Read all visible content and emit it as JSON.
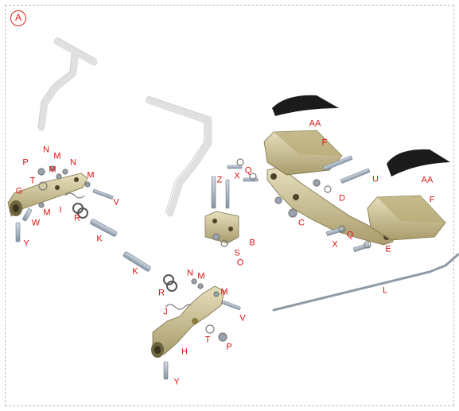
{
  "diagram": {
    "badge": "A",
    "labels": [
      {
        "id": "N1",
        "text": "N"
      },
      {
        "id": "M1",
        "text": "M"
      },
      {
        "id": "P1",
        "text": "P"
      },
      {
        "id": "M2",
        "text": "M"
      },
      {
        "id": "N2",
        "text": "N"
      },
      {
        "id": "T1",
        "text": "T"
      },
      {
        "id": "M3",
        "text": "M"
      },
      {
        "id": "G",
        "text": "G"
      },
      {
        "id": "I",
        "text": "I"
      },
      {
        "id": "V1",
        "text": "V"
      },
      {
        "id": "M4",
        "text": "M"
      },
      {
        "id": "W",
        "text": "W"
      },
      {
        "id": "R1",
        "text": "R"
      },
      {
        "id": "Y1",
        "text": "Y"
      },
      {
        "id": "K1",
        "text": "K"
      },
      {
        "id": "K2",
        "text": "K"
      },
      {
        "id": "N3",
        "text": "N"
      },
      {
        "id": "M5",
        "text": "M"
      },
      {
        "id": "M6",
        "text": "M"
      },
      {
        "id": "R2",
        "text": "R"
      },
      {
        "id": "J",
        "text": "J"
      },
      {
        "id": "V2",
        "text": "V"
      },
      {
        "id": "T2",
        "text": "T"
      },
      {
        "id": "P2",
        "text": "P"
      },
      {
        "id": "H",
        "text": "H"
      },
      {
        "id": "Y2",
        "text": "Y"
      },
      {
        "id": "AA1",
        "text": "AA"
      },
      {
        "id": "F1",
        "text": "F"
      },
      {
        "id": "Z",
        "text": "Z"
      },
      {
        "id": "X1",
        "text": "X"
      },
      {
        "id": "Q1",
        "text": "Q"
      },
      {
        "id": "B",
        "text": "B"
      },
      {
        "id": "S",
        "text": "S"
      },
      {
        "id": "O",
        "text": "O"
      },
      {
        "id": "C",
        "text": "C"
      },
      {
        "id": "D",
        "text": "D"
      },
      {
        "id": "U",
        "text": "U"
      },
      {
        "id": "AA2",
        "text": "AA"
      },
      {
        "id": "F2",
        "text": "F"
      },
      {
        "id": "Q2",
        "text": "Q"
      },
      {
        "id": "X2",
        "text": "X"
      },
      {
        "id": "E",
        "text": "E"
      },
      {
        "id": "L",
        "text": "L"
      }
    ]
  },
  "colors": {
    "label": "#dd1111",
    "metal": "#d4c9a0",
    "metal_dark": "#8e8257",
    "bolt": "#aab6c4",
    "ghost": "#e6e6e6",
    "pad": "#1b1b1b"
  }
}
